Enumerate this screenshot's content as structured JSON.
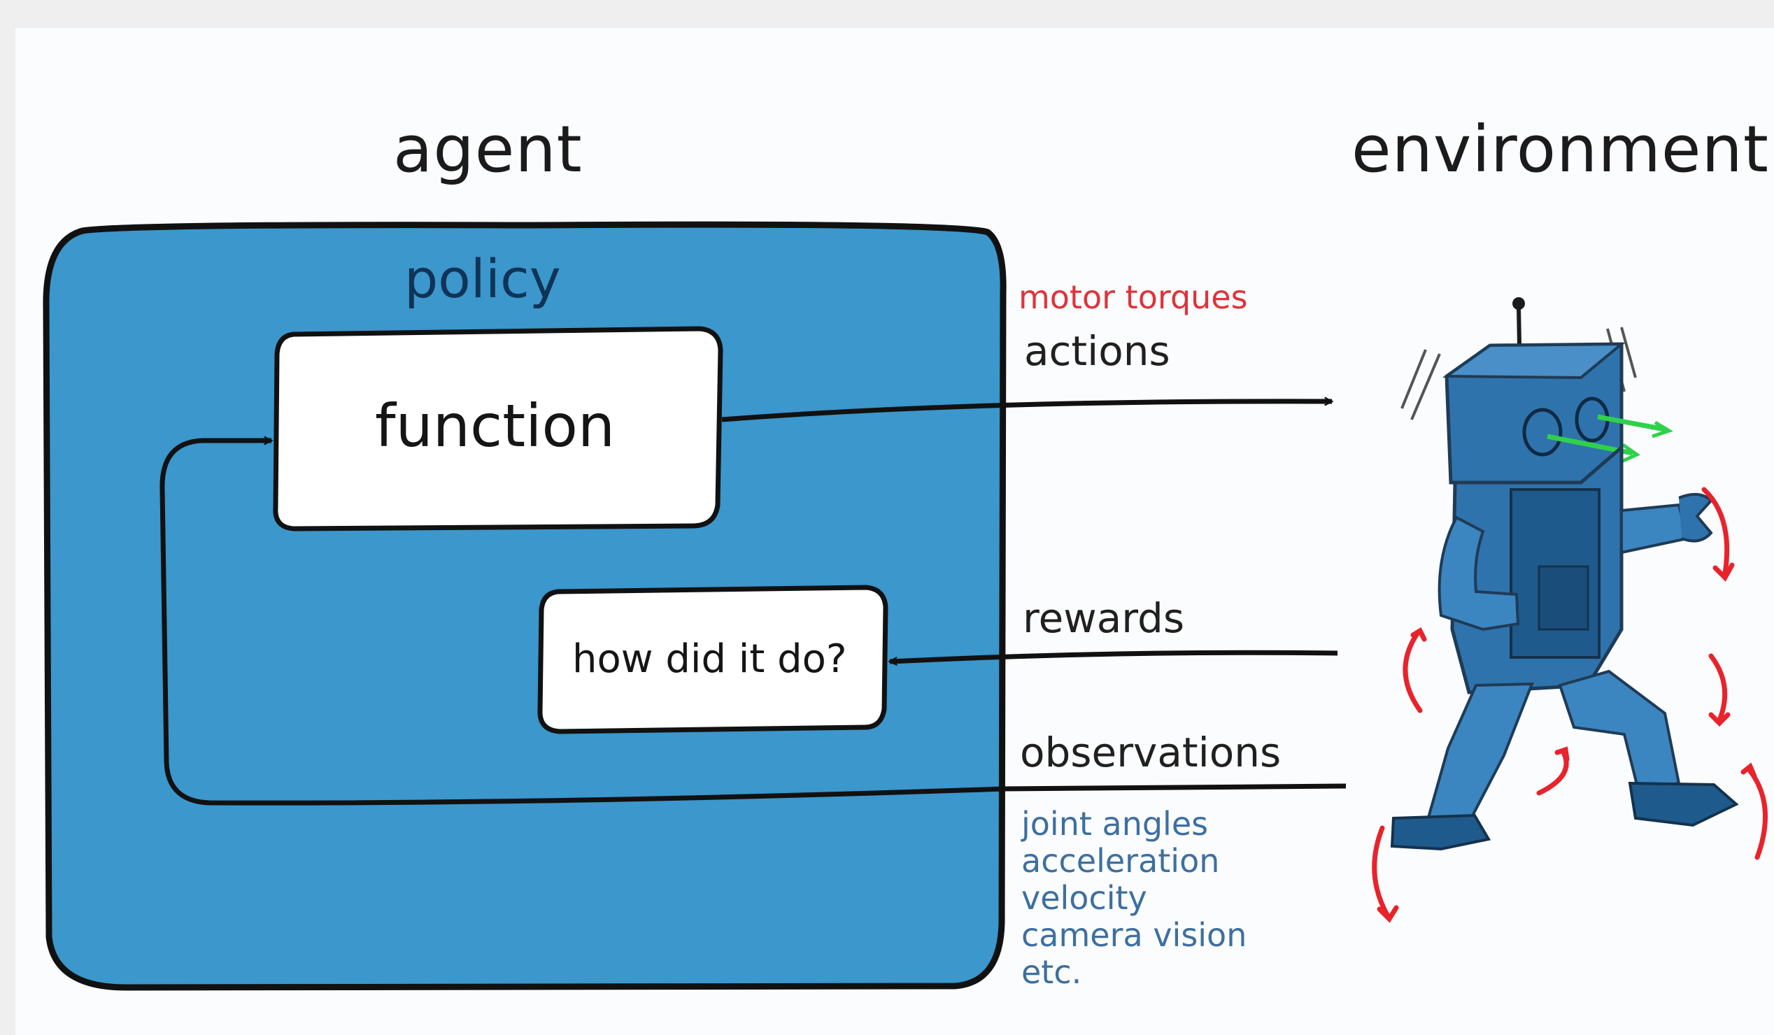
{
  "diagram": {
    "agent_title": "agent",
    "environment_title": "environment",
    "policy_label": "policy",
    "function_label": "function",
    "evaluation_label": "how did it do?",
    "actions": {
      "label": "actions",
      "example": "motor torques"
    },
    "rewards": {
      "label": "rewards"
    },
    "observations": {
      "label": "observations",
      "examples": [
        "joint angles",
        "acceleration",
        "velocity",
        "camera vision",
        "etc."
      ]
    }
  },
  "colors": {
    "policy_fill": "#3b97cc",
    "outline": "#111111",
    "torque_text": "#e0333a",
    "observation_text": "#3d6fa0",
    "robot_body": "#2f73ad",
    "robot_shade": "#1f5a8c",
    "motion_arrows": "#e8232b",
    "vision_arrows": "#2fd14a"
  }
}
